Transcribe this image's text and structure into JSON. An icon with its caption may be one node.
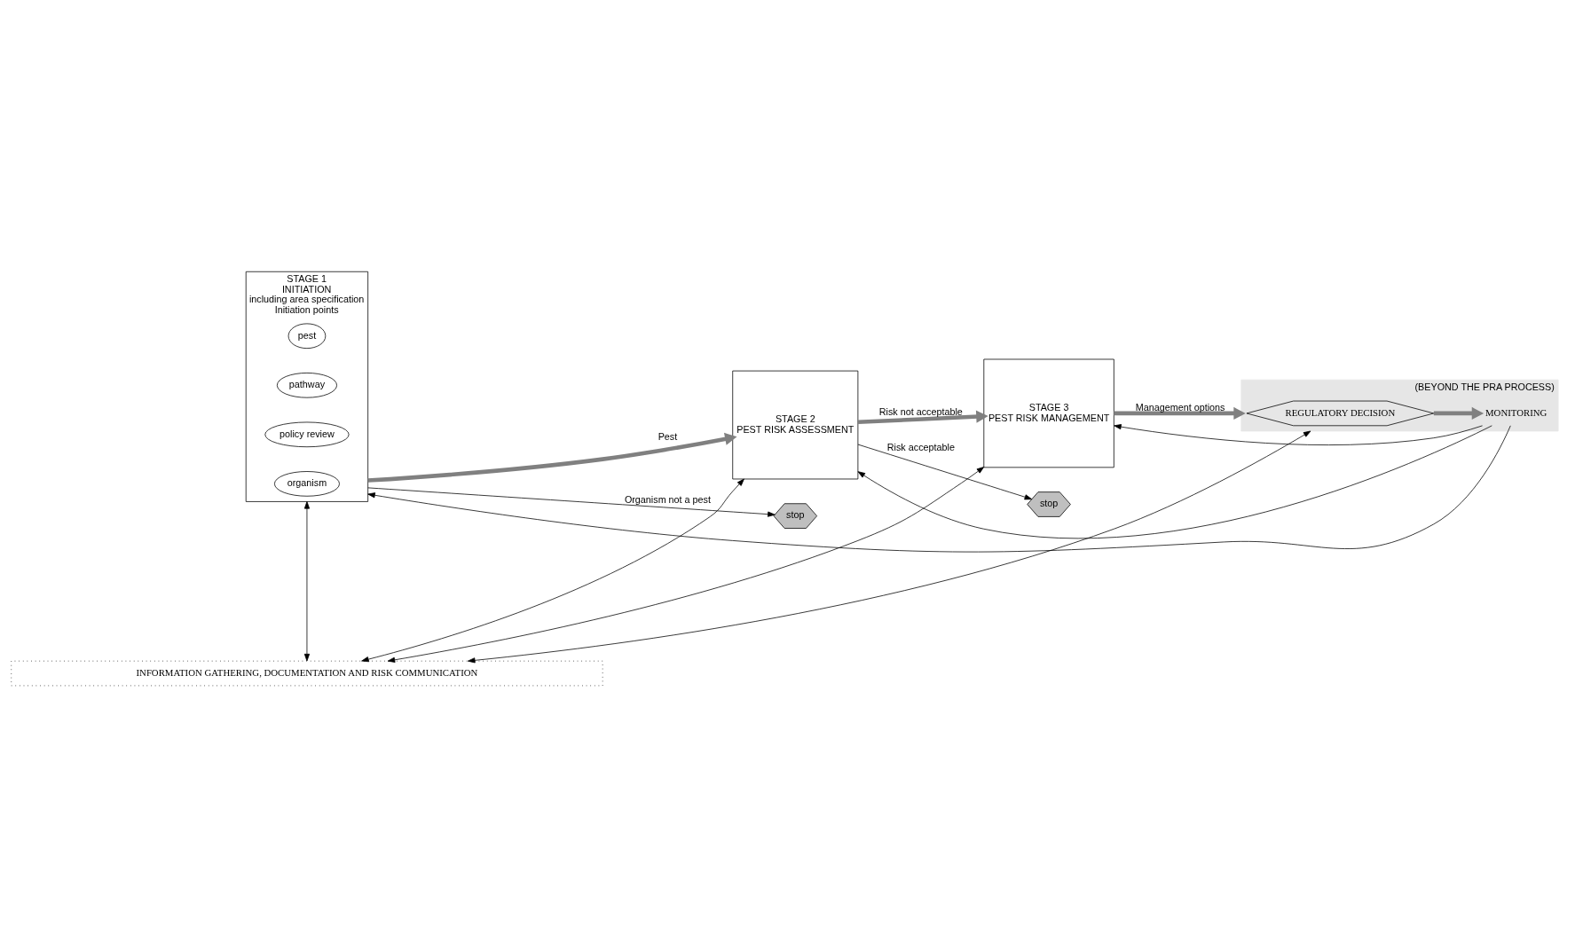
{
  "diagram": {
    "nodes": [
      {
        "text": [
          "STAGE 1",
          "INITIATION",
          "including area specification",
          "Initiation points"
        ]
      },
      {
        "text": [
          "pest"
        ],
        "in": 0
      },
      {
        "text": [
          "pathway"
        ],
        "in": 0
      },
      {
        "text": [
          "policy review"
        ],
        "in": 0
      },
      {
        "text": [
          "organism"
        ],
        "in": 0
      },
      {
        "text": [
          "STAGE 2",
          "PEST RISK ASSESSMENT"
        ]
      },
      {
        "text": [
          "STAGE 3",
          "PEST RISK MANAGEMENT"
        ]
      },
      {
        "text": [
          "(BEYOND THE PRA PROCESS)"
        ]
      },
      {
        "text": [
          "MONITORING"
        ],
        "in": 7
      },
      {
        "text": [
          "REGULATORY DECISION"
        ],
        "in": 7
      },
      {
        "text": [
          "stop"
        ]
      },
      {
        "text": [
          "stop"
        ]
      },
      {
        "text": [
          "INFORMATION GATHERING, DOCUMENTATION AND RISK COMMUNICATION"
        ]
      }
    ],
    "edges": [
      {
        "from": 0,
        "to": 5,
        "arrow": "to",
        "label": "Pest",
        "style": "thick",
        "color": "#808080"
      },
      {
        "from": 5,
        "to": 6,
        "arrow": "to",
        "label": "Risk not acceptable",
        "style": "thick",
        "color": "#808080"
      },
      {
        "from": 6,
        "to": 7,
        "arrow": "to",
        "label": "Management options",
        "style": "thick",
        "color": "#808080"
      },
      {
        "from": 9,
        "to": 8,
        "arrow": "to",
        "style": "thick",
        "color": "#808080"
      },
      {
        "from": 8,
        "to": 0,
        "arrow": "to"
      },
      {
        "from": 8,
        "to": 5,
        "arrow": "to"
      },
      {
        "from": 8,
        "to": 6,
        "arrow": "to"
      },
      {
        "from": 5,
        "to": 10,
        "arrow": "to",
        "label": "Risk acceptable"
      },
      {
        "from": 0,
        "to": 11,
        "arrow": "to",
        "label": "Organism not a pest"
      },
      {
        "from": 0,
        "to": 12,
        "arrow": "both"
      },
      {
        "from": 5,
        "to": 12,
        "arrow": "both"
      },
      {
        "from": 6,
        "to": 12,
        "arrow": "both"
      },
      {
        "from": 7,
        "to": 12,
        "arrow": "both"
      }
    ]
  }
}
